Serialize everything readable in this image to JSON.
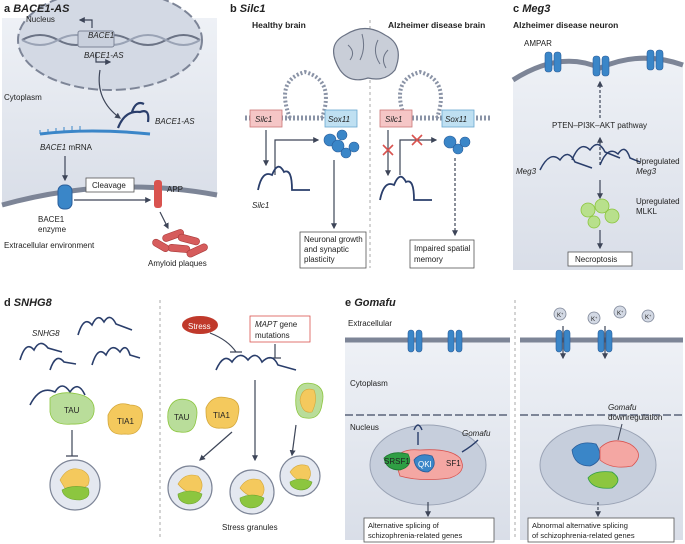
{
  "panel_a": {
    "letter": "a",
    "title": "BACE1-AS",
    "nucleus": "Nucleus",
    "gene1": "BACE1",
    "gene2": "BACE1-AS",
    "cytoplasm": "Cytoplasm",
    "rna_label": "BACE1-AS",
    "mrna_gene": "BACE1",
    "mrna_suffix": " mRNA",
    "enzyme_line1": "BACE1",
    "enzyme_line2": "enzyme",
    "cleavage": "Cleavage",
    "app": "APP",
    "extracellular": "Extracellular environment",
    "plaques": "Amyloid plaques"
  },
  "panel_b": {
    "letter": "b",
    "title": "Silc1",
    "healthy": "Healthy brain",
    "alzheimer": "Alzheimer disease brain",
    "silc1_gene": "Silc1",
    "sox11_gene": "Sox11",
    "silc1_rna": "Silc1",
    "outcome1_line1": "Neuronal growth",
    "outcome1_line2": "and synaptic",
    "outcome1_line3": "plasticity",
    "outcome2_line1": "Impaired spatial",
    "outcome2_line2": "memory"
  },
  "panel_c": {
    "letter": "c",
    "title": "Meg3",
    "subtitle": "Alzheimer disease neuron",
    "ampar": "AMPAR",
    "pathway": "PTEN–PI3K–AKT pathway",
    "meg3": "Meg3",
    "up_line1": "Upregulated",
    "up_line2": "Meg3",
    "mlkl_line1": "Upregulated",
    "mlkl_line2": "MLKL",
    "necroptosis": "Necroptosis"
  },
  "panel_d": {
    "letter": "d",
    "title": "SNHG8",
    "snhg8": "SNHG8",
    "tau": "TAU",
    "tia1": "TIA1",
    "stress": "Stress",
    "mapt_gene": "MAPT",
    "mapt_rest1": " gene",
    "mapt_line2": "mutations",
    "tau2": "TAU",
    "tia1_2": "TIA1",
    "granules": "Stress granules"
  },
  "panel_e": {
    "letter": "e",
    "title": "Gomafu",
    "extracellular": "Extracellular",
    "cytoplasm": "Cytoplasm",
    "nucleus": "Nucleus",
    "gomafu": "Gomafu",
    "srsf1": "SRSF1",
    "qki": "QKI",
    "sf1": "SF1",
    "k_ion": "K",
    "k_plus": "+",
    "down_line1": "Gomafu",
    "down_line2": "downregulation",
    "out1_line1": "Alternative splicing of",
    "out1_line2": "schizophrenia-related genes",
    "out2_line1": "Abnormal alternative splicing",
    "out2_line2": "of schizophrenia-related genes"
  },
  "colors": {
    "cell_fill": "#e4e8f0",
    "membrane": "#7d8597",
    "blue": "#3a86c8",
    "dark_blue": "#2a5d9a",
    "red": "#d9534f",
    "pink": "#f4a7a3",
    "green": "#8cc63f",
    "yellow": "#f4c95d",
    "gene_red": "#f5c6c6",
    "gene_blue": "#bfe0f2"
  }
}
